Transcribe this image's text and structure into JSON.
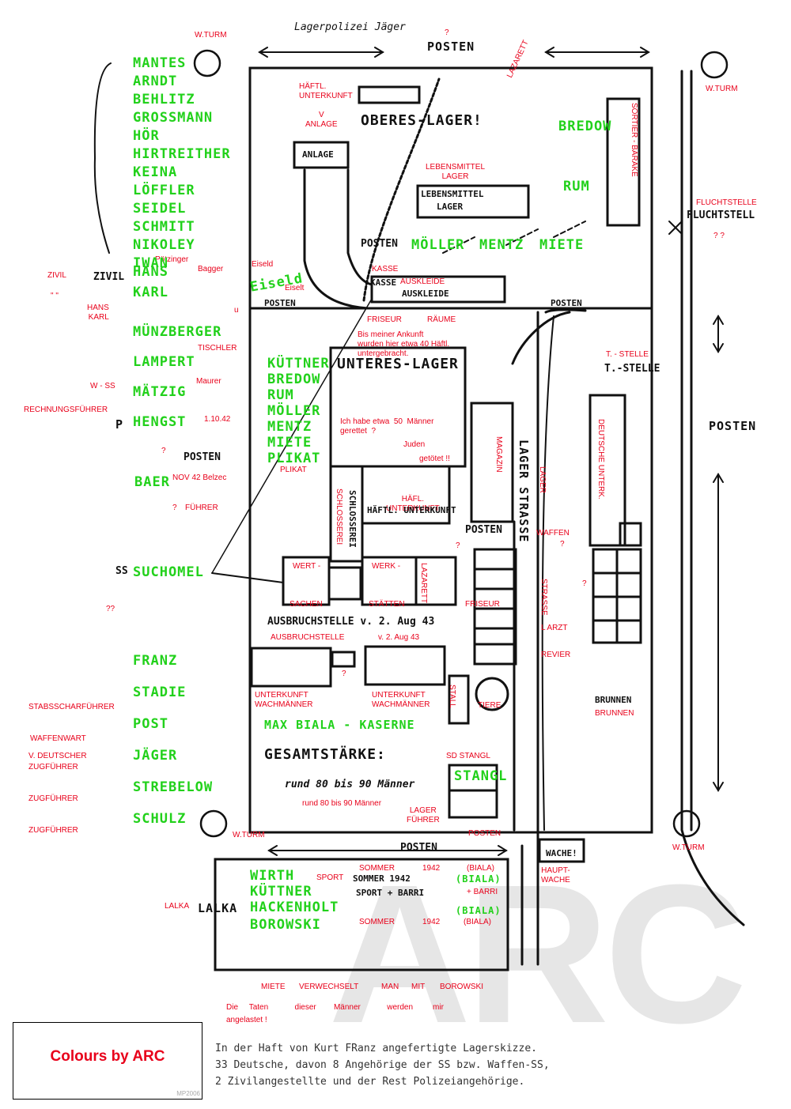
{
  "diagram": {
    "labels_red": {
      "w_turm_top": "W.TURM",
      "w_turm_right": "W.TURM",
      "w_turm_left_bottom": "W.TURM",
      "w_turm_right_bottom": "W.TURM",
      "q_top": "?",
      "haeftl_unterkunft_top": "HÄFTL.\nUNTERKUNFT",
      "lazarett_top": "LAZARETT",
      "sortier_baracke": "SORTIER - BARAKE",
      "v_anlage": "V\nANLAGE",
      "lebensmittel_lager": "LEBENSMITTEL\nLAGER",
      "fluchtstelle": "FLUCHTSTELLE",
      "fluchtstelle_q": "? ?",
      "poetzinger": "Pötzinger",
      "bagger": "Bagger",
      "eiseld1": "Eiseld",
      "eiseld2": "Eiselt",
      "zivil": "ZIVIL",
      "quote_marks": "\"   \"",
      "hans_karl": "HANS\nKARL",
      "u": "u",
      "kasse": "KASSE",
      "auskleide_raeume_a": "AUSKLEIDE",
      "friseur1": "FRISEUR",
      "raeume": "RÄUME",
      "ankunft_note": "Bis meiner Ankunft\nwurden hier etwa 40 Häftl.\nuntergebracht.",
      "tischler": "TISCHLER",
      "maurer": "Maurer",
      "w_ss": "W - SS",
      "rechnungsfuehrer": "RECHNUNGSFÜHRER",
      "date_1_10_42": "1.10.42",
      "q_hengst": "?",
      "t_stelle": "T. - STELLE",
      "gerettet_note": "Ich habe etwa  50  Männer\ngerettet  ?",
      "juden": "Juden",
      "getoetet": "getötet !!",
      "plikat": "PLIKAT",
      "nov42": "NOV 42 Belzec",
      "fuehrer": "FÜHRER",
      "q_fuehrer": "?",
      "magazin": "MAGAZIN",
      "lager_vert": "LAGER",
      "deutsche_unterk": "DEUTSCHE UNTERK.",
      "schlosserei": "SCHLOSSEREI",
      "haefl_unterkunft": "HÄFL.\nUNTERKUNFT",
      "waffen": "WAFFEN",
      "q_waffen": "?",
      "q_posten": "?",
      "wert_sachen": "WERT -",
      "sachen": "SACHEN",
      "werk_staetten": "WERK -",
      "staetten": "STÄTTEN",
      "lazarett": "LAZARETT",
      "strasse": "STRASSE",
      "q_strasse": "?",
      "friseur2": "FRISEUR",
      "l_arzt": "L ARZT",
      "revier": "REVIER",
      "qq_left": "??",
      "ausbruchstelle": "AUSBRUCHSTELLE",
      "aug43": "v.  2. Aug 43",
      "q_unterkunft": "?",
      "unterkunft_wach1": "UNTERKUNFT\nWACHMÄNNER",
      "unterkunft_wach2": "UNTERKUNFT\nWACHMÄNNER",
      "stall": "STALL",
      "tiere": "TIERE",
      "brunnen": "BRUNNEN",
      "stabsscharfuehrer": "STABSSCHARFÜHRER",
      "waffenwart": "WAFFENWART",
      "v_deutscher": "V. DEUTSCHER",
      "zugfuehrer1": "ZUGFÜHRER",
      "zugfuehrer2": "ZUGFÜHRER",
      "zugfuehrer3": "ZUGFÜHRER",
      "sd_stangl": "SD STANGL",
      "rund_80": "rund  80 bis  90  Männer",
      "lager_fuehrer": "LAGER\nFÜHRER",
      "posten_bottom": "POSTEN",
      "haupt_wache": "HAUPT-\nWACHE",
      "sommer1942a": "SOMMER",
      "year1942a": "1942",
      "biala_a": "(BIALA)",
      "sport": "SPORT",
      "barri": "+ BARRI",
      "lalka": "LALKA",
      "sommer_b": "SOMMER",
      "year_b": "1942",
      "biala_b": "(BIALA)",
      "miete": "MIETE",
      "verwechselt": "VERWECHSELT",
      "man": "MAN",
      "mit": "MIT",
      "borowski": "BOROWSKI",
      "die_taten": "Die     Taten            dieser        Männer            werden         mir",
      "angelastet": "angelastet !"
    },
    "labels_green": {
      "names_left": [
        "MANTES",
        "ARNDT",
        "BEHLITZ",
        "GROSSMANN",
        "HÖR",
        "HIRTREITHER",
        "KEINA",
        "LÖFFLER",
        "SEIDEL",
        "SCHMITT",
        "NIKOLEY",
        "IWAN"
      ],
      "hans": "HANS",
      "karl": "KARL",
      "eiseld_green": "Eiseld",
      "names_mid": [
        "MÜNZBERGER",
        "LAMPERT",
        "MÄTZIG",
        "HENGST"
      ],
      "baer": "BAER",
      "suchomel": "SUCHOMEL",
      "names_bottom_left": [
        "FRANZ",
        "STADIE",
        "POST",
        "JÄGER",
        "STREBELOW",
        "SCHULZ"
      ],
      "names_camp": [
        "KÜTTNER",
        "BREDOW",
        "RUM",
        "MÖLLER",
        "MENTZ",
        "MIETE",
        "PLIKAT"
      ],
      "bredow_top": "BREDOW",
      "rum_top": "RUM",
      "moeller": "MÖLLER",
      "mentz": "MENTZ",
      "miete_top": "MIETE",
      "max_biala": "MAX BIALA - KASERNE",
      "stangl": "STANGL",
      "wirth": "WIRTH",
      "kuettner_b": "KÜTTNER",
      "hackenholt": "HACKENHOLT",
      "borowski_g": "BOROWSKI",
      "biala_g1": "(BIALA)",
      "biala_g2": "(BIALA)"
    },
    "labels_ink": {
      "lagerpolizei": "Lagerpolizei  Jäger",
      "posten_top": "POSTEN",
      "posten_right": "POSTEN",
      "posten_mid": "POSTEN",
      "posten_left": "POSTEN",
      "posten_main": "POSTEN",
      "posten_lower": "POSTEN",
      "posten_strasse": "POSTEN",
      "posten_gate": "POSTEN",
      "oberes_lager": "OBERES-LAGER!",
      "unteres_lager": "UNTERES-LAGER",
      "anlage": "ANLAGE",
      "lebensmittel": "LEBENSMITTEL",
      "lager_box": "LAGER",
      "ausbruchstelle_ink": "AUSBRUCHSTELLE v. 2. Aug 43",
      "gesamtstaerke": "GESAMTSTÄRKE:",
      "rund_ink": "rund 80 bis 90 Männer",
      "haeftl_unterkunft_ink": "HÄFTL. UNTERKUNFT",
      "fluchtstell": "FLUCHTSTELL",
      "t_stelle_ink": "T.-STELLE",
      "lager_strasse": "LAGER STRASSE",
      "zivil_ink": "ZIVIL",
      "lalka_ink": "LALKA",
      "p": "P",
      "ss": "SS",
      "kasse_ink": "KASSE",
      "auskleide_ink": "AUSKLEIDE",
      "brunnen_ink": "BRUNNEN",
      "wache": "WACHE!",
      "sport_barri": "SPORT + BARRI",
      "sommer_ink": "SOMMER 1942",
      "schlosserei_ink": "SCHLOSSEREI"
    },
    "caption": "In der Haft von Kurt FRanz angefertigte Lagerskizze.\n33 Deutsche, davon 8 Angehörige der SS bzw. Waffen-SS,\n2 Zivilangestellte und der Rest Polizeiangehörige.",
    "colours_by": "Colours by ARC",
    "mp2006": "MP2006",
    "watermark": "ARC",
    "colors": {
      "red": "#e8001a",
      "green": "#22d11b",
      "ink": "#111111",
      "watermark": "#e6e6e6"
    }
  }
}
